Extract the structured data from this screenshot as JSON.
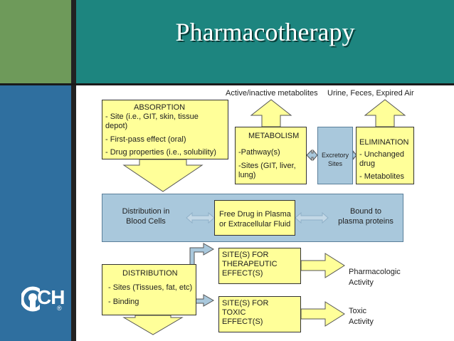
{
  "title": "Pharmacotherapy",
  "top_labels": {
    "metabolites": "Active/inactive metabolites",
    "elimination_routes": "Urine, Feces, Expired Air"
  },
  "absorption": {
    "heading": "ABSORPTION",
    "line1": "- Site (i.e., GIT, skin, tissue",
    "line2": "depot)",
    "line3": "- First-pass effect (oral)",
    "line4": "- Drug properties (i.e., solubility)"
  },
  "metabolism": {
    "heading": "METABOLISM",
    "line1": "-Pathway(s)",
    "line2": "-Sites (GIT, liver,",
    "line3": "lung)"
  },
  "excretory": {
    "line1": "Excretory",
    "line2": "Sites"
  },
  "elimination": {
    "heading": "ELIMINATION",
    "line1": "- Unchanged",
    "line2": "drug",
    "line3": "- Metabolites"
  },
  "plasma": {
    "left_line1": "Distribution in",
    "left_line2": "Blood Cells",
    "center_line1": "Free Drug in Plasma",
    "center_line2": "or Extracellular Fluid",
    "right_line1": "Bound to",
    "right_line2": "plasma proteins"
  },
  "distribution": {
    "heading": "DISTRIBUTION",
    "line1": "- Sites (Tissues, fat, etc)",
    "line2": "- Binding"
  },
  "therapeutic": {
    "line1": "SITE(S) FOR",
    "line2": "THERAPEUTIC",
    "line3": "EFFECT(S)"
  },
  "toxic": {
    "line1": "SITE(S) FOR",
    "line2": "TOXIC",
    "line3": "EFFECT(S)"
  },
  "outcomes": {
    "pharm_line1": "Pharmacologic",
    "pharm_line2": "Activity",
    "toxic_line1": "Toxic",
    "toxic_line2": "Activity"
  },
  "logo": {
    "text": "CH",
    "registered": "®"
  },
  "colors": {
    "box_fill": "#ffff99",
    "plasma_fill": "#a9c8dc",
    "header_teal": "#1d857f",
    "header_green": "#6e9a5a",
    "left_strip": "#2f6f9f"
  }
}
